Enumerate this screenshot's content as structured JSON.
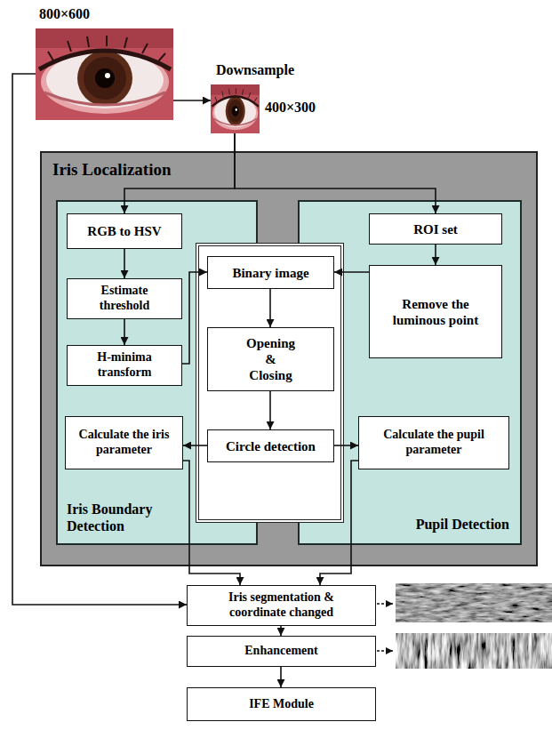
{
  "diagram": {
    "nodes": [
      {
        "text": [
          "800×600"
        ]
      },
      {
        "text": [
          "400×300"
        ]
      },
      {
        "text": [
          "Iris Localization"
        ]
      },
      {
        "text": [
          "Iris Boundary Detection"
        ],
        "in": 2
      },
      {
        "text": [
          "RGB to HSV"
        ],
        "in": 3
      },
      {
        "text": [
          "Estimate threshold"
        ],
        "in": 3
      },
      {
        "text": [
          "H-minima transform"
        ],
        "in": 3
      },
      {
        "text": [
          "Calculate the iris parameter"
        ],
        "in": 3
      },
      {
        "text": [
          "Binary image"
        ],
        "in": 2
      },
      {
        "text": [
          "Opening & Closing"
        ],
        "in": 2
      },
      {
        "text": [
          "Circle detection"
        ],
        "in": 2
      },
      {
        "text": [
          "Pupil Detection"
        ],
        "in": 2
      },
      {
        "text": [
          "ROI set"
        ],
        "in": 11
      },
      {
        "text": [
          "Remove the luminous point"
        ],
        "in": 11
      },
      {
        "text": [
          "Calculate the pupil parameter"
        ],
        "in": 11
      },
      {
        "text": [
          "Iris segmentation & coordinate changed"
        ]
      },
      {
        "text": [
          "Enhancement"
        ]
      },
      {
        "text": [
          "IFE Module"
        ]
      }
    ],
    "edges": [
      {
        "from": 0,
        "to": 1,
        "label": "Downsample",
        "arrow": "to"
      },
      {
        "from": 1,
        "to": 4,
        "arrow": "to"
      },
      {
        "from": 1,
        "to": 12,
        "arrow": "to"
      },
      {
        "from": 4,
        "to": 5,
        "arrow": "to"
      },
      {
        "from": 5,
        "to": 6,
        "arrow": "to"
      },
      {
        "from": 6,
        "to": 8,
        "arrow": "to"
      },
      {
        "from": 12,
        "to": 13,
        "arrow": "to"
      },
      {
        "from": 13,
        "to": 8,
        "arrow": "to"
      },
      {
        "from": 8,
        "to": 9,
        "arrow": "to"
      },
      {
        "from": 9,
        "to": 10,
        "arrow": "to"
      },
      {
        "from": 10,
        "to": 7,
        "arrow": "to"
      },
      {
        "from": 10,
        "to": 14,
        "arrow": "to"
      },
      {
        "from": 7,
        "to": 15,
        "arrow": "to"
      },
      {
        "from": 14,
        "to": 15,
        "arrow": "to"
      },
      {
        "from": 0,
        "to": 15,
        "arrow": "to"
      },
      {
        "from": 15,
        "to": 16,
        "arrow": "to"
      },
      {
        "from": 16,
        "to": 17,
        "arrow": "to"
      }
    ]
  }
}
